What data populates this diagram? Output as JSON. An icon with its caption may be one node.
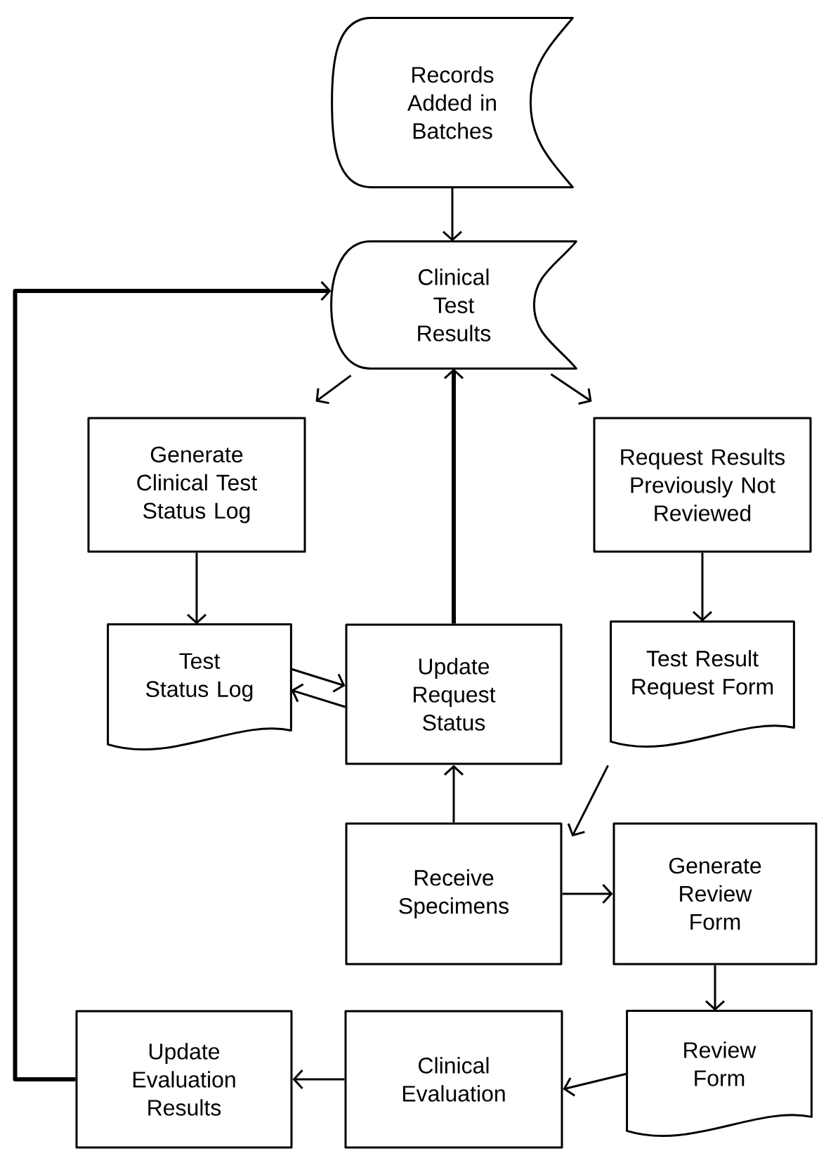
{
  "diagram": {
    "nodes": [
      {
        "text": [
          "Records Added in Batches"
        ]
      },
      {
        "text": [
          "Clinical Test Results"
        ]
      },
      {
        "text": [
          "Generate Clinical Test Status Log"
        ]
      },
      {
        "text": [
          "Request Results Previously Not Reviewed"
        ]
      },
      {
        "text": [
          "Test Status Log"
        ]
      },
      {
        "text": [
          "Update Request Status"
        ]
      },
      {
        "text": [
          "Test Result Request Form"
        ]
      },
      {
        "text": [
          "Receive Specimens"
        ]
      },
      {
        "text": [
          "Generate Review Form"
        ]
      },
      {
        "text": [
          "Review Form"
        ]
      },
      {
        "text": [
          "Clinical Evaluation"
        ]
      },
      {
        "text": [
          "Update Evaluation Results"
        ]
      }
    ],
    "edges": [
      {
        "from": 0,
        "to": 1,
        "arrow": "to"
      },
      {
        "from": 1,
        "to": 2,
        "arrow": "to"
      },
      {
        "from": 1,
        "to": 3,
        "arrow": "to"
      },
      {
        "from": 2,
        "to": 4,
        "arrow": "to"
      },
      {
        "from": 3,
        "to": 6,
        "arrow": "to"
      },
      {
        "from": 4,
        "to": 5,
        "arrow": "to"
      },
      {
        "from": 5,
        "to": 4,
        "arrow": "to"
      },
      {
        "from": 5,
        "to": 1,
        "arrow": "to",
        "style": "thick"
      },
      {
        "from": 6,
        "to": 7,
        "arrow": "to"
      },
      {
        "from": 7,
        "to": 5,
        "arrow": "to"
      },
      {
        "from": 7,
        "to": 8,
        "arrow": "to"
      },
      {
        "from": 8,
        "to": 9,
        "arrow": "to"
      },
      {
        "from": 9,
        "to": 10,
        "arrow": "to"
      },
      {
        "from": 10,
        "to": 11,
        "arrow": "to"
      },
      {
        "from": 11,
        "to": 1,
        "arrow": "to",
        "style": "thick"
      }
    ]
  }
}
